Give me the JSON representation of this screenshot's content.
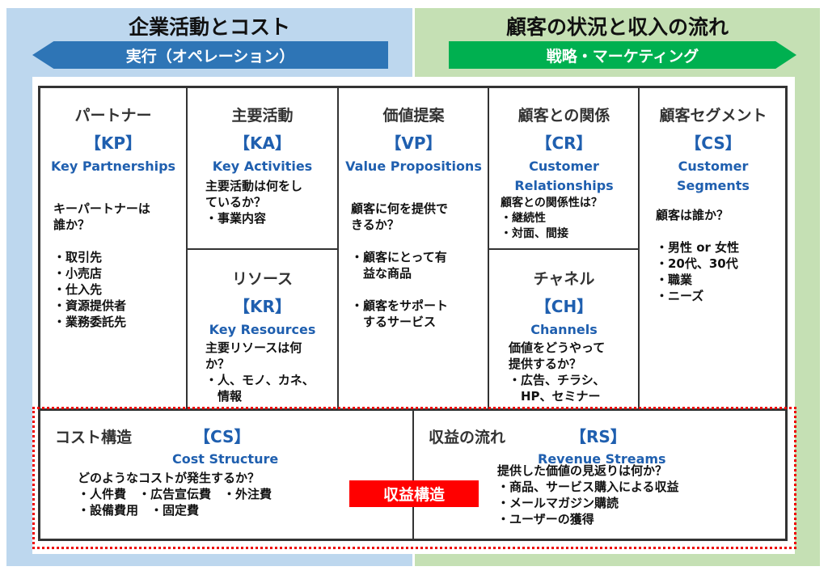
{
  "header": {
    "left_title": "企業活動とコスト",
    "right_title": "顧客の状況と収入の流れ",
    "left_arrow": "実行（オペレーション）",
    "right_arrow": "戦略・マーケティング"
  },
  "kp": {
    "title": "パートナー",
    "code": "【KP】",
    "en": "Key Partnerships",
    "lines": [
      "キーパートナーは",
      "誰か？",
      "",
      "・取引先",
      "・小売店",
      "・仕入先",
      "・資源提供者",
      "・業務委託先"
    ]
  },
  "ka": {
    "title": "主要活動",
    "code": "【KA】",
    "en": "Key Activities",
    "lines": [
      "主要活動は何をし",
      "ているか？",
      "・事業内容"
    ]
  },
  "kr": {
    "title": "リソース",
    "code": "【KR】",
    "en": "Key Resources",
    "lines": [
      "主要リソースは何",
      "か？",
      "・人、モノ、カネ、",
      "　情報"
    ]
  },
  "vp": {
    "title": "価値提案",
    "code": "【VP】",
    "en": "Value Propositions",
    "lines": [
      "顧客に何を提供で",
      "きるか？",
      "",
      "・顧客にとって有",
      "　益な商品",
      "",
      "・顧客をサポート",
      "　するサービス"
    ]
  },
  "cr": {
    "title": "顧客との関係",
    "code": "【CR】",
    "en1": "Customer",
    "en2": "Relationships",
    "lines": [
      "顧客との関係性は？",
      "・継続性",
      "・対面、間接"
    ]
  },
  "ch": {
    "title": "チャネル",
    "code": "【CH】",
    "en": "Channels",
    "lines": [
      "価値をどうやって",
      "提供するか？",
      "・広告、チラシ、",
      "　HP、セミナー"
    ]
  },
  "cs": {
    "title": "顧客セグメント",
    "code": "【CS】",
    "en1": "Customer",
    "en2": "Segments",
    "lines": [
      "顧客は誰か？",
      "",
      "・男性 or 女性",
      "・20代、30代",
      "・職業",
      "・ニーズ"
    ]
  },
  "cost": {
    "title": "コスト構造",
    "code": "【CS】",
    "en": "Cost Structure",
    "lines": [
      "どのようなコストが発生するか？",
      "・人件費　・広告宣伝費　・外注費",
      "・設備費用　・固定費"
    ]
  },
  "rs": {
    "title": "収益の流れ",
    "code": "【RS】",
    "en": "Revenue Streams",
    "lines": [
      "提供した価値の見返りは何か？",
      "・商品、サービス購入による収益",
      "・メールマガジン購読",
      "・ユーザーの獲得"
    ]
  },
  "profit_label": "収益構造"
}
